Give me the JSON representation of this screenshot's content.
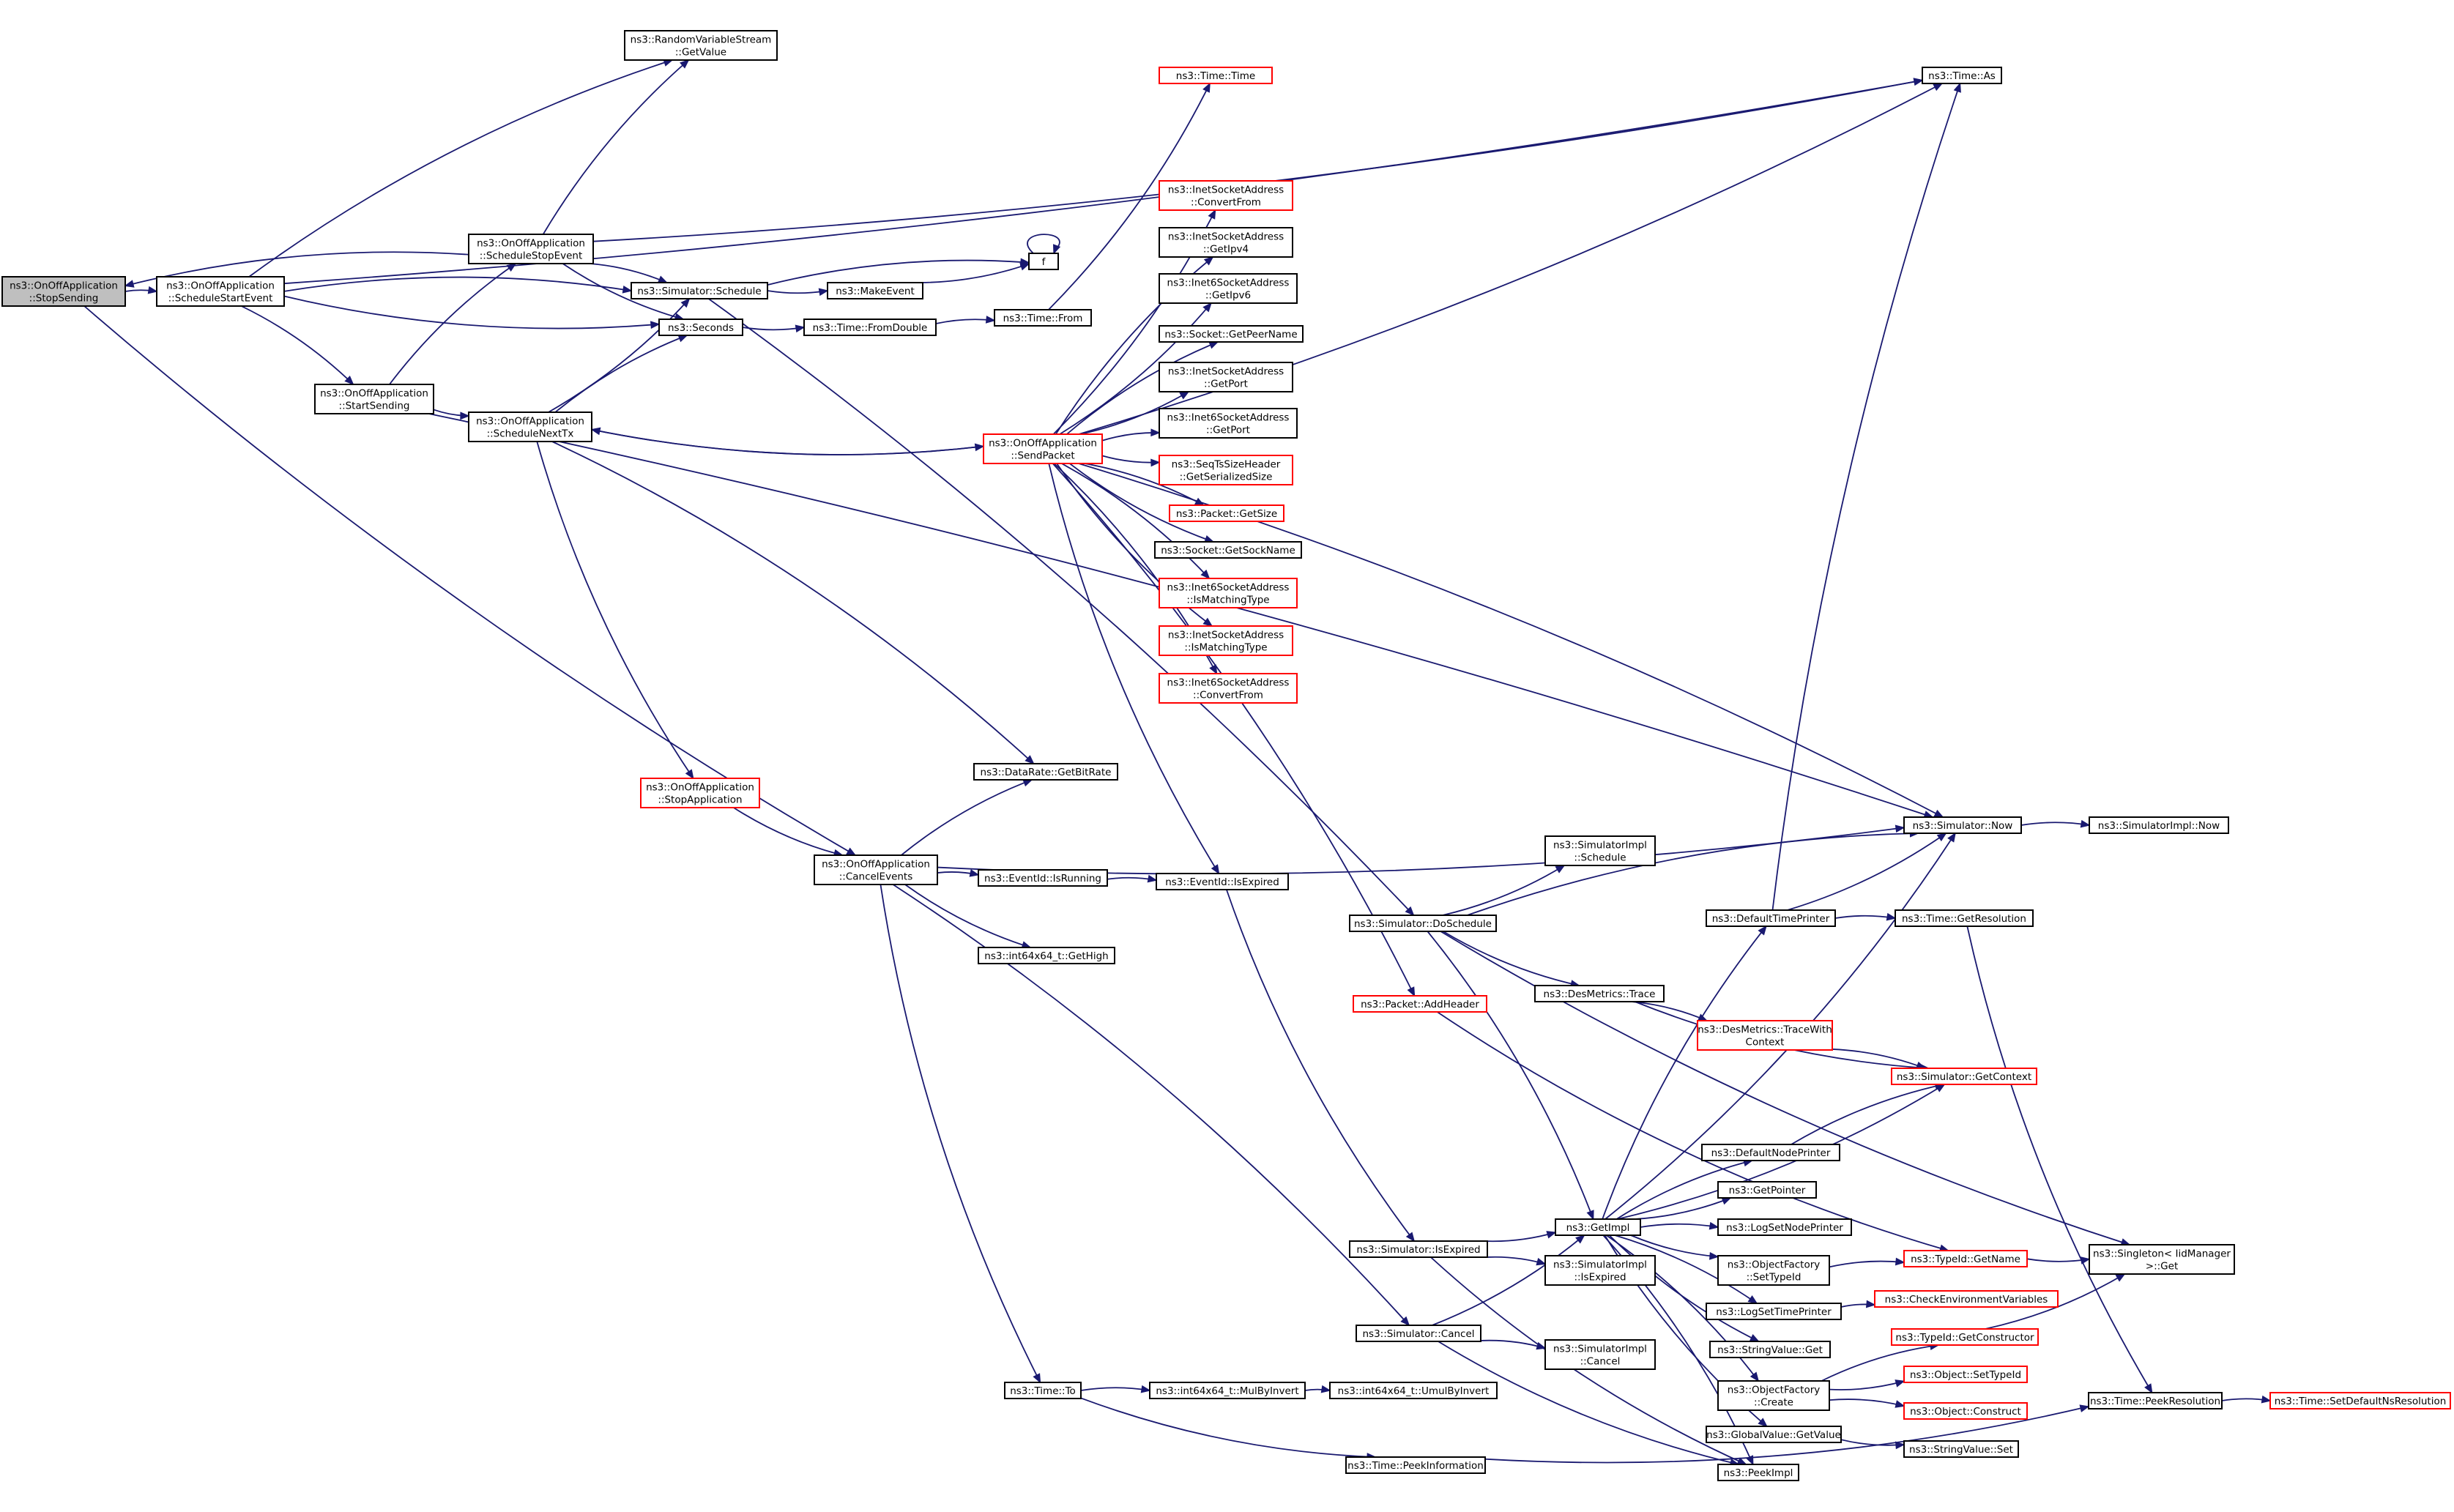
{
  "colors": {
    "node_border_normal": "#000000",
    "node_border_truncated": "#ff0000",
    "node_fill_normal": "#ffffff",
    "node_fill_current": "#bfbfbf",
    "edge": "#191970"
  },
  "nodes": {
    "stopSending": {
      "lines": [
        "ns3::OnOffApplication",
        "::StopSending"
      ],
      "style": "current"
    },
    "scheduleStartEvent": {
      "lines": [
        "ns3::OnOffApplication",
        "::ScheduleStartEvent"
      ],
      "style": "normal"
    },
    "rvsGetValue": {
      "lines": [
        "ns3::RandomVariableStream",
        "::GetValue"
      ],
      "style": "normal"
    },
    "scheduleStopEvent": {
      "lines": [
        "ns3::OnOffApplication",
        "::ScheduleStopEvent"
      ],
      "style": "normal"
    },
    "simSchedule": {
      "lines": [
        "ns3::Simulator::Schedule"
      ],
      "style": "normal"
    },
    "seconds": {
      "lines": [
        "ns3::Seconds"
      ],
      "style": "normal"
    },
    "startSending": {
      "lines": [
        "ns3::OnOffApplication",
        "::StartSending"
      ],
      "style": "normal"
    },
    "scheduleNextTx": {
      "lines": [
        "ns3::OnOffApplication",
        "::ScheduleNextTx"
      ],
      "style": "normal"
    },
    "makeEvent": {
      "lines": [
        "ns3::MakeEvent"
      ],
      "style": "normal"
    },
    "f": {
      "lines": [
        "f"
      ],
      "style": "normal"
    },
    "timeFromDouble": {
      "lines": [
        "ns3::Time::FromDouble"
      ],
      "style": "normal"
    },
    "timeFrom": {
      "lines": [
        "ns3::Time::From"
      ],
      "style": "normal"
    },
    "timeTime": {
      "lines": [
        "ns3::Time::Time"
      ],
      "style": "truncated"
    },
    "timeAs": {
      "lines": [
        "ns3::Time::As"
      ],
      "style": "normal"
    },
    "sendPacket": {
      "lines": [
        "ns3::OnOffApplication",
        "::SendPacket"
      ],
      "style": "truncated"
    },
    "inetConvertFrom": {
      "lines": [
        "ns3::InetSocketAddress",
        "::ConvertFrom"
      ],
      "style": "truncated"
    },
    "inetGetIpv4": {
      "lines": [
        "ns3::InetSocketAddress",
        "::GetIpv4"
      ],
      "style": "normal"
    },
    "inet6GetIpv6": {
      "lines": [
        "ns3::Inet6SocketAddress",
        "::GetIpv6"
      ],
      "style": "normal"
    },
    "socketGetPeerName": {
      "lines": [
        "ns3::Socket::GetPeerName"
      ],
      "style": "normal"
    },
    "inetGetPort": {
      "lines": [
        "ns3::InetSocketAddress",
        "::GetPort"
      ],
      "style": "normal"
    },
    "inet6GetPort": {
      "lines": [
        "ns3::Inet6SocketAddress",
        "::GetPort"
      ],
      "style": "normal"
    },
    "seqTsGetSerializedSize": {
      "lines": [
        "ns3::SeqTsSizeHeader",
        "::GetSerializedSize"
      ],
      "style": "truncated"
    },
    "packetGetSize": {
      "lines": [
        "ns3::Packet::GetSize"
      ],
      "style": "truncated"
    },
    "socketGetSockName": {
      "lines": [
        "ns3::Socket::GetSockName"
      ],
      "style": "normal"
    },
    "inet6IsMatchingType": {
      "lines": [
        "ns3::Inet6SocketAddress",
        "::IsMatchingType"
      ],
      "style": "truncated"
    },
    "inetIsMatchingType": {
      "lines": [
        "ns3::InetSocketAddress",
        "::IsMatchingType"
      ],
      "style": "truncated"
    },
    "inet6ConvertFrom": {
      "lines": [
        "ns3::Inet6SocketAddress",
        "::ConvertFrom"
      ],
      "style": "truncated"
    },
    "stopApplication": {
      "lines": [
        "ns3::OnOffApplication",
        "::StopApplication"
      ],
      "style": "truncated"
    },
    "dataRateGetBitRate": {
      "lines": [
        "ns3::DataRate::GetBitRate"
      ],
      "style": "normal"
    },
    "cancelEvents": {
      "lines": [
        "ns3::OnOffApplication",
        "::CancelEvents"
      ],
      "style": "normal"
    },
    "eventIdIsRunning": {
      "lines": [
        "ns3::EventId::IsRunning"
      ],
      "style": "normal"
    },
    "eventIdIsExpired": {
      "lines": [
        "ns3::EventId::IsExpired"
      ],
      "style": "normal"
    },
    "int64GetHigh": {
      "lines": [
        "ns3::int64x64_t::GetHigh"
      ],
      "style": "normal"
    },
    "simNow": {
      "lines": [
        "ns3::Simulator::Now"
      ],
      "style": "normal"
    },
    "simImplNow": {
      "lines": [
        "ns3::SimulatorImpl::Now"
      ],
      "style": "normal"
    },
    "simImplSchedule": {
      "lines": [
        "ns3::SimulatorImpl",
        "::Schedule"
      ],
      "style": "normal"
    },
    "simDoSchedule": {
      "lines": [
        "ns3::Simulator::DoSchedule"
      ],
      "style": "normal"
    },
    "defaultTimePrinter": {
      "lines": [
        "ns3::DefaultTimePrinter"
      ],
      "style": "normal"
    },
    "timeGetResolution": {
      "lines": [
        "ns3::Time::GetResolution"
      ],
      "style": "normal"
    },
    "desMetricsTrace": {
      "lines": [
        "ns3::DesMetrics::Trace"
      ],
      "style": "normal"
    },
    "desMetricsTraceWithContext": {
      "lines": [
        "ns3::DesMetrics::TraceWith",
        "Context"
      ],
      "style": "truncated"
    },
    "packetAddHeader": {
      "lines": [
        "ns3::Packet::AddHeader"
      ],
      "style": "truncated"
    },
    "simGetContext": {
      "lines": [
        "ns3::Simulator::GetContext"
      ],
      "style": "truncated"
    },
    "defaultNodePrinter": {
      "lines": [
        "ns3::DefaultNodePrinter"
      ],
      "style": "normal"
    },
    "getPointer": {
      "lines": [
        "ns3::GetPointer"
      ],
      "style": "normal"
    },
    "getImpl": {
      "lines": [
        "ns3::GetImpl"
      ],
      "style": "normal"
    },
    "logSetNodePrinter": {
      "lines": [
        "ns3::LogSetNodePrinter"
      ],
      "style": "normal"
    },
    "simIsExpired": {
      "lines": [
        "ns3::Simulator::IsExpired"
      ],
      "style": "normal"
    },
    "simImplIsExpired": {
      "lines": [
        "ns3::SimulatorImpl",
        "::IsExpired"
      ],
      "style": "normal"
    },
    "objFactorySetTypeId": {
      "lines": [
        "ns3::ObjectFactory",
        "::SetTypeId"
      ],
      "style": "normal"
    },
    "typeIdGetName": {
      "lines": [
        "ns3::TypeId::GetName"
      ],
      "style": "truncated"
    },
    "singletonGet": {
      "lines": [
        "ns3::Singleton< IidManager",
        " >::Get"
      ],
      "style": "normal"
    },
    "logSetTimePrinter": {
      "lines": [
        "ns3::LogSetTimePrinter"
      ],
      "style": "normal"
    },
    "checkEnvVars": {
      "lines": [
        "ns3::CheckEnvironmentVariables"
      ],
      "style": "truncated"
    },
    "simCancel": {
      "lines": [
        "ns3::Simulator::Cancel"
      ],
      "style": "normal"
    },
    "simImplCancel": {
      "lines": [
        "ns3::SimulatorImpl",
        "::Cancel"
      ],
      "style": "normal"
    },
    "stringValueGet": {
      "lines": [
        "ns3::StringValue::Get"
      ],
      "style": "normal"
    },
    "typeIdGetConstructor": {
      "lines": [
        "ns3::TypeId::GetConstructor"
      ],
      "style": "truncated"
    },
    "objFactoryCreate": {
      "lines": [
        "ns3::ObjectFactory",
        "::Create"
      ],
      "style": "normal"
    },
    "objectSetTypeId": {
      "lines": [
        "ns3::Object::SetTypeId"
      ],
      "style": "truncated"
    },
    "objectConstruct": {
      "lines": [
        "ns3::Object::Construct"
      ],
      "style": "truncated"
    },
    "timeTo": {
      "lines": [
        "ns3::Time::To"
      ],
      "style": "normal"
    },
    "int64MulByInvert": {
      "lines": [
        "ns3::int64x64_t::MulByInvert"
      ],
      "style": "normal"
    },
    "int64UmulByInvert": {
      "lines": [
        "ns3::int64x64_t::UmulByInvert"
      ],
      "style": "normal"
    },
    "globalValueGetValue": {
      "lines": [
        "ns3::GlobalValue::GetValue"
      ],
      "style": "normal"
    },
    "stringValueSet": {
      "lines": [
        "ns3::StringValue::Set"
      ],
      "style": "normal"
    },
    "timePeekResolution": {
      "lines": [
        "ns3::Time::PeekResolution"
      ],
      "style": "normal"
    },
    "timeSetDefaultNsResolution": {
      "lines": [
        "ns3::Time::SetDefaultNsResolution"
      ],
      "style": "truncated"
    },
    "timePeekInformation": {
      "lines": [
        "ns3::Time::PeekInformation"
      ],
      "style": "normal"
    },
    "peekImpl": {
      "lines": [
        "ns3::PeekImpl"
      ],
      "style": "normal"
    }
  },
  "edges": [
    [
      "stopSending",
      "scheduleStartEvent"
    ],
    [
      "stopSending",
      "cancelEvents"
    ],
    [
      "scheduleStartEvent",
      "rvsGetValue"
    ],
    [
      "scheduleStartEvent",
      "timeAs"
    ],
    [
      "scheduleStartEvent",
      "simSchedule"
    ],
    [
      "scheduleStartEvent",
      "seconds"
    ],
    [
      "scheduleStartEvent",
      "startSending"
    ],
    [
      "scheduleStopEvent",
      "stopSending"
    ],
    [
      "scheduleStopEvent",
      "rvsGetValue"
    ],
    [
      "scheduleStopEvent",
      "timeAs"
    ],
    [
      "scheduleStopEvent",
      "simSchedule"
    ],
    [
      "scheduleStopEvent",
      "seconds"
    ],
    [
      "simSchedule",
      "f"
    ],
    [
      "simSchedule",
      "makeEvent"
    ],
    [
      "simSchedule",
      "simDoSchedule"
    ],
    [
      "makeEvent",
      "f"
    ],
    [
      "f",
      "f"
    ],
    [
      "seconds",
      "timeFromDouble"
    ],
    [
      "timeFromDouble",
      "timeFrom"
    ],
    [
      "timeFrom",
      "timeTime"
    ],
    [
      "startSending",
      "scheduleStopEvent"
    ],
    [
      "startSending",
      "scheduleNextTx"
    ],
    [
      "startSending",
      "simNow"
    ],
    [
      "scheduleNextTx",
      "simSchedule"
    ],
    [
      "scheduleNextTx",
      "seconds"
    ],
    [
      "scheduleNextTx",
      "sendPacket"
    ],
    [
      "scheduleNextTx",
      "dataRateGetBitRate"
    ],
    [
      "scheduleNextTx",
      "stopApplication"
    ],
    [
      "sendPacket",
      "scheduleNextTx"
    ],
    [
      "sendPacket",
      "timeAs"
    ],
    [
      "sendPacket",
      "simNow"
    ],
    [
      "sendPacket",
      "inetConvertFrom"
    ],
    [
      "sendPacket",
      "inetGetIpv4"
    ],
    [
      "sendPacket",
      "inet6GetIpv6"
    ],
    [
      "sendPacket",
      "socketGetPeerName"
    ],
    [
      "sendPacket",
      "inetGetPort"
    ],
    [
      "sendPacket",
      "inet6GetPort"
    ],
    [
      "sendPacket",
      "seqTsGetSerializedSize"
    ],
    [
      "sendPacket",
      "packetGetSize"
    ],
    [
      "sendPacket",
      "socketGetSockName"
    ],
    [
      "sendPacket",
      "inet6IsMatchingType"
    ],
    [
      "sendPacket",
      "inetIsMatchingType"
    ],
    [
      "sendPacket",
      "inet6ConvertFrom"
    ],
    [
      "sendPacket",
      "eventIdIsExpired"
    ],
    [
      "sendPacket",
      "packetAddHeader"
    ],
    [
      "stopApplication",
      "cancelEvents"
    ],
    [
      "cancelEvents",
      "dataRateGetBitRate"
    ],
    [
      "cancelEvents",
      "simNow"
    ],
    [
      "cancelEvents",
      "eventIdIsRunning"
    ],
    [
      "cancelEvents",
      "int64GetHigh"
    ],
    [
      "cancelEvents",
      "simCancel"
    ],
    [
      "cancelEvents",
      "timeTo"
    ],
    [
      "eventIdIsRunning",
      "eventIdIsExpired"
    ],
    [
      "eventIdIsExpired",
      "simIsExpired"
    ],
    [
      "simNow",
      "simImplNow"
    ],
    [
      "simDoSchedule",
      "simImplSchedule"
    ],
    [
      "simDoSchedule",
      "simNow"
    ],
    [
      "simDoSchedule",
      "desMetricsTrace"
    ],
    [
      "simDoSchedule",
      "getImpl"
    ],
    [
      "simDoSchedule",
      "singletonGet"
    ],
    [
      "defaultTimePrinter",
      "timeAs"
    ],
    [
      "defaultTimePrinter",
      "simNow"
    ],
    [
      "defaultTimePrinter",
      "timeGetResolution"
    ],
    [
      "timeGetResolution",
      "timePeekResolution"
    ],
    [
      "desMetricsTrace",
      "desMetricsTraceWithContext"
    ],
    [
      "desMetricsTrace",
      "simGetContext"
    ],
    [
      "desMetricsTraceWithContext",
      "simGetContext"
    ],
    [
      "packetAddHeader",
      "typeIdGetName"
    ],
    [
      "defaultNodePrinter",
      "simGetContext"
    ],
    [
      "getImpl",
      "simNow"
    ],
    [
      "getImpl",
      "defaultTimePrinter"
    ],
    [
      "getImpl",
      "simGetContext"
    ],
    [
      "getImpl",
      "defaultNodePrinter"
    ],
    [
      "getImpl",
      "getPointer"
    ],
    [
      "getImpl",
      "logSetNodePrinter"
    ],
    [
      "getImpl",
      "objFactorySetTypeId"
    ],
    [
      "getImpl",
      "logSetTimePrinter"
    ],
    [
      "getImpl",
      "stringValueGet"
    ],
    [
      "getImpl",
      "objFactoryCreate"
    ],
    [
      "getImpl",
      "globalValueGetValue"
    ],
    [
      "getImpl",
      "peekImpl"
    ],
    [
      "simIsExpired",
      "getImpl"
    ],
    [
      "simIsExpired",
      "simImplIsExpired"
    ],
    [
      "simIsExpired",
      "peekImpl"
    ],
    [
      "objFactorySetTypeId",
      "typeIdGetName"
    ],
    [
      "typeIdGetName",
      "singletonGet"
    ],
    [
      "logSetTimePrinter",
      "checkEnvVars"
    ],
    [
      "simCancel",
      "getImpl"
    ],
    [
      "simCancel",
      "simImplCancel"
    ],
    [
      "simCancel",
      "peekImpl"
    ],
    [
      "objFactoryCreate",
      "typeIdGetConstructor"
    ],
    [
      "objFactoryCreate",
      "objectSetTypeId"
    ],
    [
      "objFactoryCreate",
      "objectConstruct"
    ],
    [
      "typeIdGetConstructor",
      "singletonGet"
    ],
    [
      "timeTo",
      "int64MulByInvert"
    ],
    [
      "timeTo",
      "timePeekInformation"
    ],
    [
      "int64MulByInvert",
      "int64UmulByInvert"
    ],
    [
      "globalValueGetValue",
      "stringValueSet"
    ],
    [
      "timePeekResolution",
      "timeSetDefaultNsResolution"
    ],
    [
      "timePeekInformation",
      "timePeekResolution"
    ]
  ]
}
